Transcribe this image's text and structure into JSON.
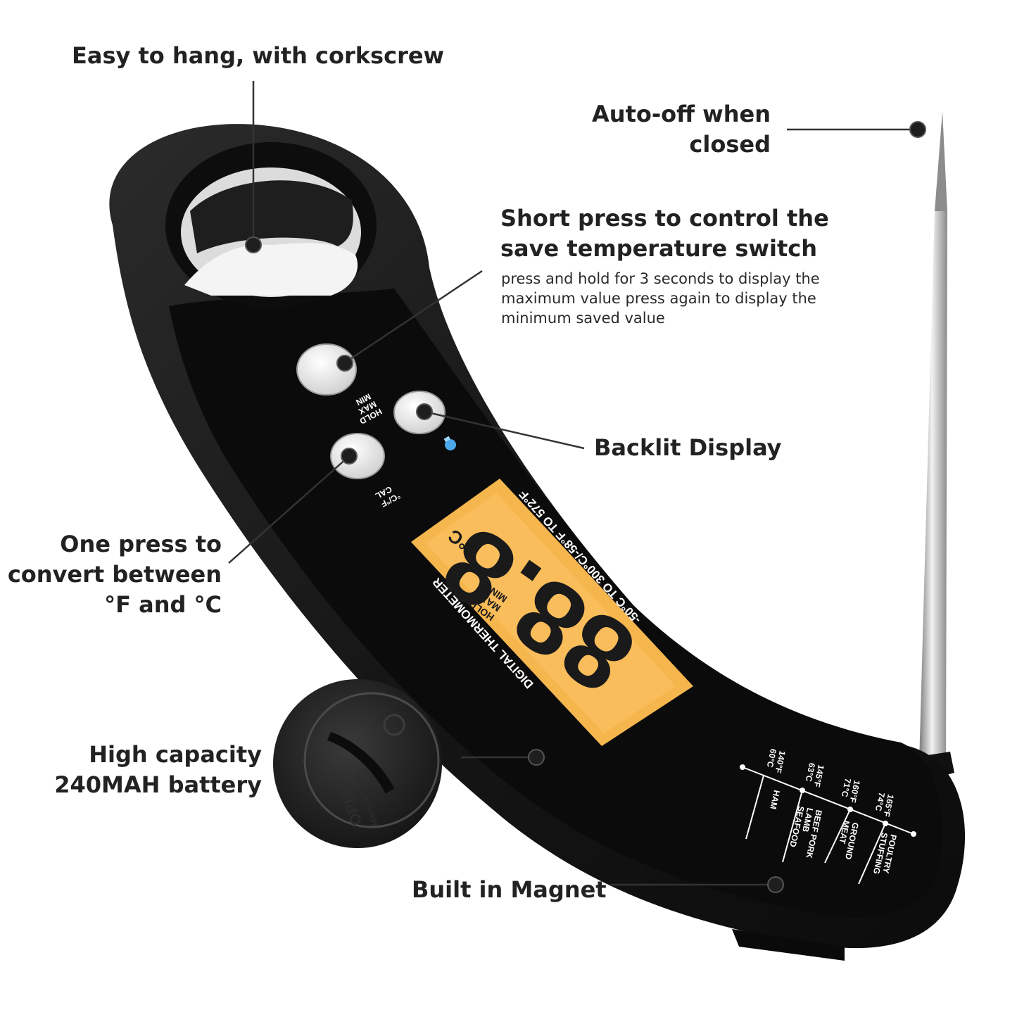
{
  "callouts": {
    "hang": "Easy to hang, with corkscrew",
    "auto_off_line1": "Auto-off when",
    "auto_off_line2": "closed",
    "short_press_line1": "Short press to control the",
    "short_press_line2": "save temperature switch",
    "short_press_detail_line1": "press and hold for 3 seconds to display the",
    "short_press_detail_line2": "maximum value press again to display the",
    "short_press_detail_line3": "minimum saved value",
    "backlit": "Backlit Display",
    "convert_line1": "One press to",
    "convert_line2": "convert between",
    "convert_line3": "°F and °C",
    "battery_line1": "High capacity",
    "battery_line2": "240MAH battery",
    "magnet": "Built in Magnet"
  },
  "device": {
    "button_hold_labels": [
      "HOLD",
      "MAX",
      "MIN"
    ],
    "button_unit_labels": [
      "°C/°F",
      "CAL"
    ],
    "range_label": "-50°C TO 300°C/-58°F TO 572°F",
    "product_label": "DIGITAL THERMOMETER",
    "lcd_digits": "88.8",
    "lcd_mode_labels": [
      "HOLD",
      "MAX",
      "MIN"
    ],
    "lcd_unit": "°C",
    "lcd_color": "#f6b64e",
    "body_color": "#1a1a1a",
    "battery_cover_text": "OPEN",
    "battery_cover_subtext": "Made in China",
    "temp_guide": [
      {
        "temp_f": "165°F",
        "temp_c": "74°C",
        "food": [
          "POULTRY",
          "STUFFING"
        ]
      },
      {
        "temp_f": "160°F",
        "temp_c": "71°C",
        "food": [
          "GROUND",
          "MEAT"
        ]
      },
      {
        "temp_f": "145°F",
        "temp_c": "63°C",
        "food": [
          "BEEF PORK",
          "LAMB",
          "SEAFOOD"
        ]
      },
      {
        "temp_f": "140°F",
        "temp_c": "60°C",
        "food": [
          "HAM"
        ]
      }
    ]
  }
}
